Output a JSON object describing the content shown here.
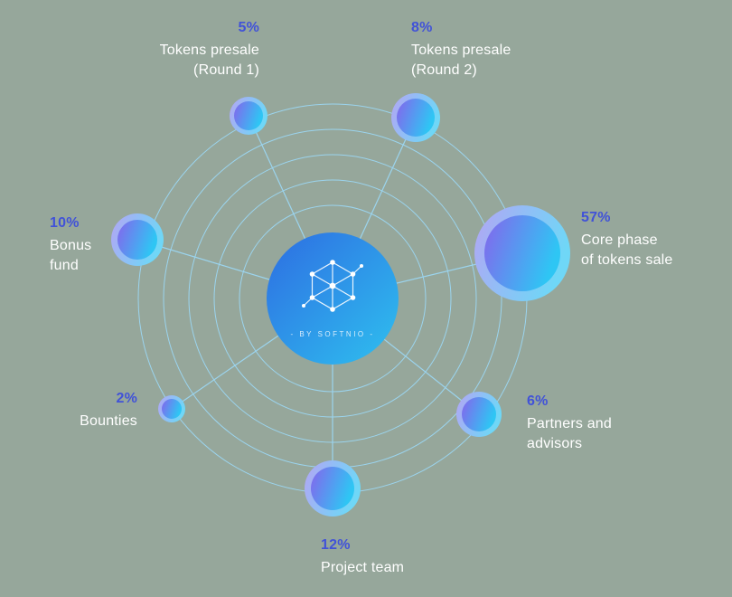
{
  "background_color": "#96a79b",
  "accent": {
    "percent_color": "#4152d8",
    "label_color": "#ffffff",
    "orbit_color": "#9bd4ee",
    "node_gradient": [
      "#8565ec",
      "#2ec6f4"
    ],
    "node_halo_gradient": [
      "#b3a5f4",
      "#6fd7f7"
    ],
    "center_gradient": [
      "#2d6de2",
      "#2fc0ef"
    ]
  },
  "center": {
    "brand": "- BY SOFTNIO -",
    "icon": "network-hexagon-icon"
  },
  "segments": [
    {
      "pct": "5%",
      "label": "Tokens presale\n(Round 1)"
    },
    {
      "pct": "8%",
      "label": "Tokens presale\n(Round 2)"
    },
    {
      "pct": "10%",
      "label": "Bonus\nfund"
    },
    {
      "pct": "57%",
      "label": "Core phase\nof tokens sale"
    },
    {
      "pct": "2%",
      "label": "Bounties"
    },
    {
      "pct": "6%",
      "label": "Partners and\nadvisors"
    },
    {
      "pct": "12%",
      "label": "Project team"
    }
  ],
  "chart_data": {
    "type": "bubble",
    "layout": "radial-orbit",
    "categories": [
      "Tokens presale (Round 1)",
      "Tokens presale (Round 2)",
      "Bonus fund",
      "Core phase of tokens sale",
      "Bounties",
      "Partners and advisors",
      "Project team"
    ],
    "values": [
      5,
      8,
      10,
      57,
      2,
      6,
      12
    ],
    "unit": "%",
    "legend": "none",
    "center_label": "- BY SOFTNIO -"
  }
}
